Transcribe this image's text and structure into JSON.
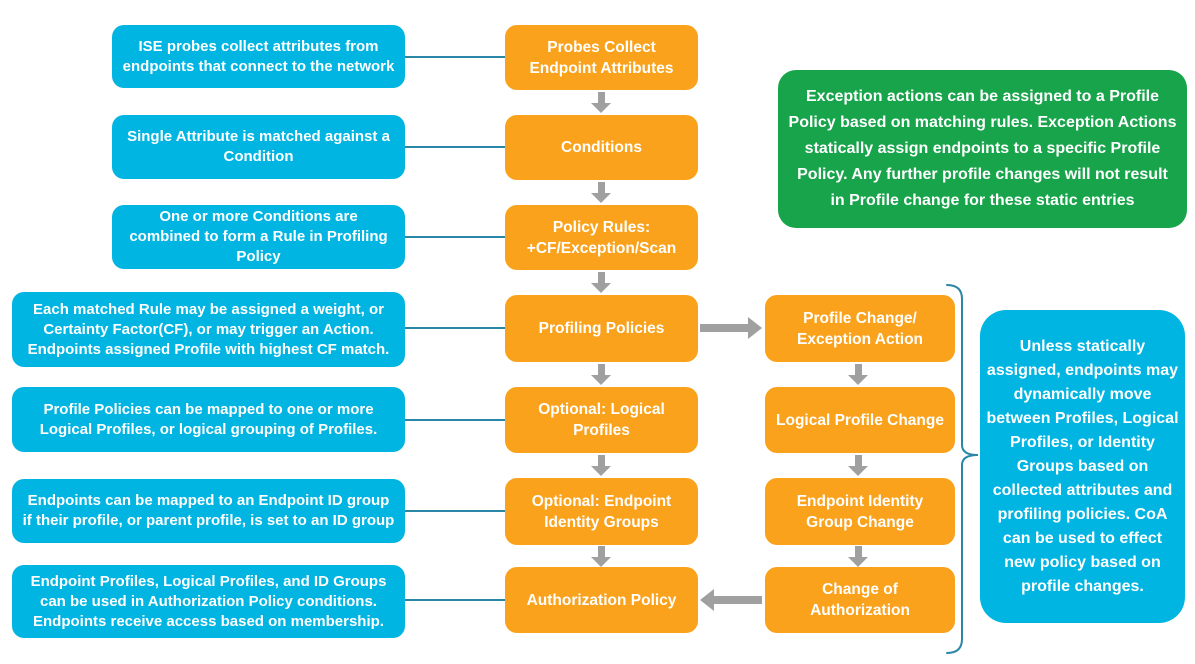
{
  "colors": {
    "blue": "#00B5E2",
    "orange": "#FAA21B",
    "green": "#17A44A",
    "arrow": "#A0A0A0",
    "line": "#2B87A8"
  },
  "left_notes": [
    "ISE probes collect attributes from endpoints that connect to the network",
    "Single Attribute is matched against a Condition",
    "One or more Conditions are combined to form a Rule in Profiling Policy",
    "Each matched Rule may be assigned a weight, or Certainty Factor(CF), or may trigger an Action. Endpoints assigned Profile with highest CF match.",
    "Profile Policies can be mapped to one or more Logical Profiles, or logical grouping of Profiles.",
    "Endpoints can be mapped to an Endpoint ID group if their profile, or parent profile, is set to an ID group",
    "Endpoint Profiles, Logical Profiles, and ID Groups can be used in Authorization Policy conditions. Endpoints receive access based on membership."
  ],
  "main_flow": [
    "Probes Collect Endpoint Attributes",
    "Conditions",
    "Policy Rules: +CF/Exception/Scan",
    "Profiling Policies",
    "Optional: Logical Profiles",
    "Optional: Endpoint Identity Groups",
    "Authorization Policy"
  ],
  "side_flow": [
    "Profile Change/ Exception Action",
    "Logical Profile Change",
    "Endpoint Identity Group Change",
    "Change of Authorization"
  ],
  "green_note": "Exception actions can be assigned to a Profile Policy based on matching rules. Exception Actions statically assign endpoints to a specific Profile Policy. Any further profile changes will not result in Profile change for these static entries",
  "side_note": "Unless statically assigned, endpoints may dynamically move between Profiles, Logical Profiles, or Identity Groups based on collected attributes and profiling policies. CoA can be used to effect new policy based on profile changes."
}
